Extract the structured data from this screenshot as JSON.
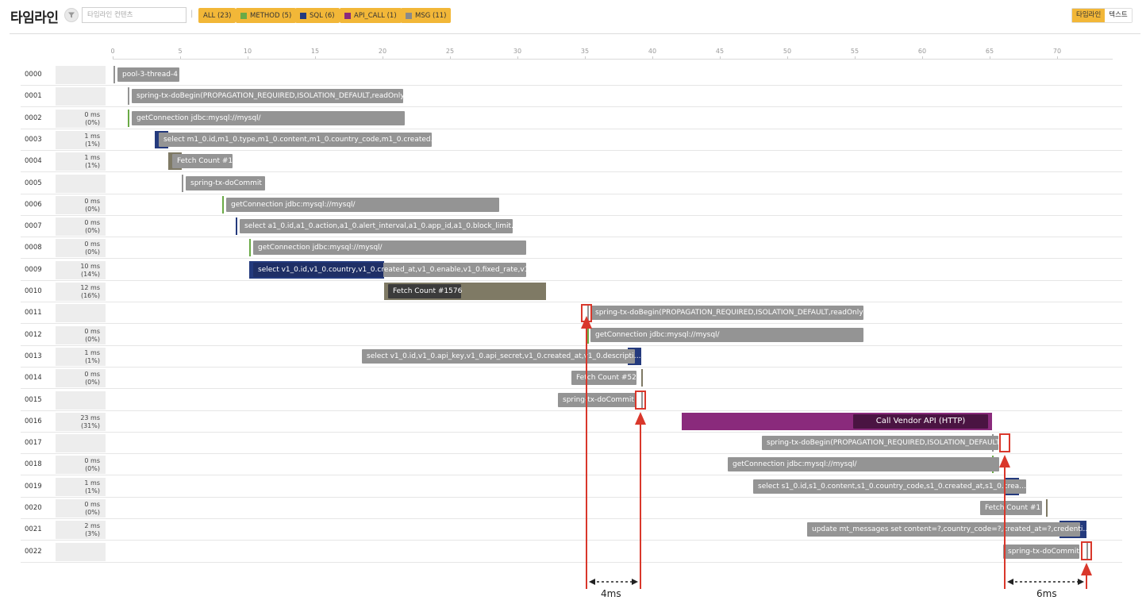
{
  "toolbar": {
    "title": "타임라인",
    "filter_icon": "filter-icon",
    "search_placeholder": "타임라인 컨텐츠",
    "separator": "|",
    "chips": [
      {
        "label": "ALL (23)",
        "color": ""
      },
      {
        "label": "METHOD (5)",
        "color": "#6aaa46"
      },
      {
        "label": "SQL (6)",
        "color": "#243a7d"
      },
      {
        "label": "API_CALL (1)",
        "color": "#8a2a7c"
      },
      {
        "label": "MSG (11)",
        "color": "#8a8a8a"
      }
    ],
    "view_timeline": "타임라인",
    "view_text": "텍스트"
  },
  "colors": {
    "accent": "#f2b738",
    "method": "#6aaa46",
    "sql": "#243a7d",
    "api_call": "#8a2a7c",
    "msg_label": "#949494",
    "fetch": "#7f7a65",
    "annotation": "#d9372b"
  },
  "axis": {
    "ticks": [
      "0",
      "5",
      "10",
      "15",
      "20",
      "25",
      "30",
      "35",
      "40",
      "45",
      "50",
      "55",
      "60",
      "65",
      "70"
    ]
  },
  "rows": [
    {
      "idx": "0000",
      "ms": "",
      "pct": "",
      "label": "pool-3-thread-4"
    },
    {
      "idx": "0001",
      "ms": "",
      "pct": "",
      "label": "spring-tx-doBegin(PROPAGATION_REQUIRED,ISOLATION_DEFAULT,readOnly)"
    },
    {
      "idx": "0002",
      "ms": "0 ms",
      "pct": "(0%)",
      "label": "getConnection jdbc:mysql://mysql/"
    },
    {
      "idx": "0003",
      "ms": "1 ms",
      "pct": "(1%)",
      "label": "select m1_0.id,m1_0.type,m1_0.content,m1_0.country_code,m1_0.created…"
    },
    {
      "idx": "0004",
      "ms": "1 ms",
      "pct": "(1%)",
      "label": "Fetch Count #1"
    },
    {
      "idx": "0005",
      "ms": "",
      "pct": "",
      "label": "spring-tx-doCommit"
    },
    {
      "idx": "0006",
      "ms": "0 ms",
      "pct": "(0%)",
      "label": "getConnection jdbc:mysql://mysql/"
    },
    {
      "idx": "0007",
      "ms": "0 ms",
      "pct": "(0%)",
      "label": "select a1_0.id,a1_0.action,a1_0.alert_interval,a1_0.app_id,a1_0.block_limit…"
    },
    {
      "idx": "0008",
      "ms": "0 ms",
      "pct": "(0%)",
      "label": "getConnection jdbc:mysql://mysql/"
    },
    {
      "idx": "0009",
      "ms": "10 ms",
      "pct": "(14%)",
      "label": "select v1_0.id,v1_0.country,v1_0.created_at,v1_0.enable,v1_0.fixed_rate,v1…"
    },
    {
      "idx": "0010",
      "ms": "12 ms",
      "pct": "(16%)",
      "label": "Fetch Count #1576"
    },
    {
      "idx": "0011",
      "ms": "",
      "pct": "",
      "label": "spring-tx-doBegin(PROPAGATION_REQUIRED,ISOLATION_DEFAULT,readOnly)"
    },
    {
      "idx": "0012",
      "ms": "0 ms",
      "pct": "(0%)",
      "label": "getConnection jdbc:mysql://mysql/"
    },
    {
      "idx": "0013",
      "ms": "1 ms",
      "pct": "(1%)",
      "label": "select v1_0.id,v1_0.api_key,v1_0.api_secret,v1_0.created_at,v1_0.descripti…"
    },
    {
      "idx": "0014",
      "ms": "0 ms",
      "pct": "(0%)",
      "label": "Fetch Count #52"
    },
    {
      "idx": "0015",
      "ms": "",
      "pct": "",
      "label": "spring-tx-doCommit"
    },
    {
      "idx": "0016",
      "ms": "23 ms",
      "pct": "(31%)",
      "label": "Call Vendor API (HTTP)"
    },
    {
      "idx": "0017",
      "ms": "",
      "pct": "",
      "label": "spring-tx-doBegin(PROPAGATION_REQUIRED,ISOLATION_DEFAULT)"
    },
    {
      "idx": "0018",
      "ms": "0 ms",
      "pct": "(0%)",
      "label": "getConnection jdbc:mysql://mysql/"
    },
    {
      "idx": "0019",
      "ms": "1 ms",
      "pct": "(1%)",
      "label": "select s1_0.id,s1_0.content,s1_0.country_code,s1_0.created_at,s1_0.crea…"
    },
    {
      "idx": "0020",
      "ms": "0 ms",
      "pct": "(0%)",
      "label": "Fetch Count #1"
    },
    {
      "idx": "0021",
      "ms": "2 ms",
      "pct": "(3%)",
      "label": "update mt_messages set content=?,country_code=?,created_at=?,credenti…"
    },
    {
      "idx": "0022",
      "ms": "",
      "pct": "",
      "label": "spring-tx-doCommit"
    }
  ],
  "annotations": {
    "gap_left": "4ms",
    "gap_right": "6ms"
  }
}
